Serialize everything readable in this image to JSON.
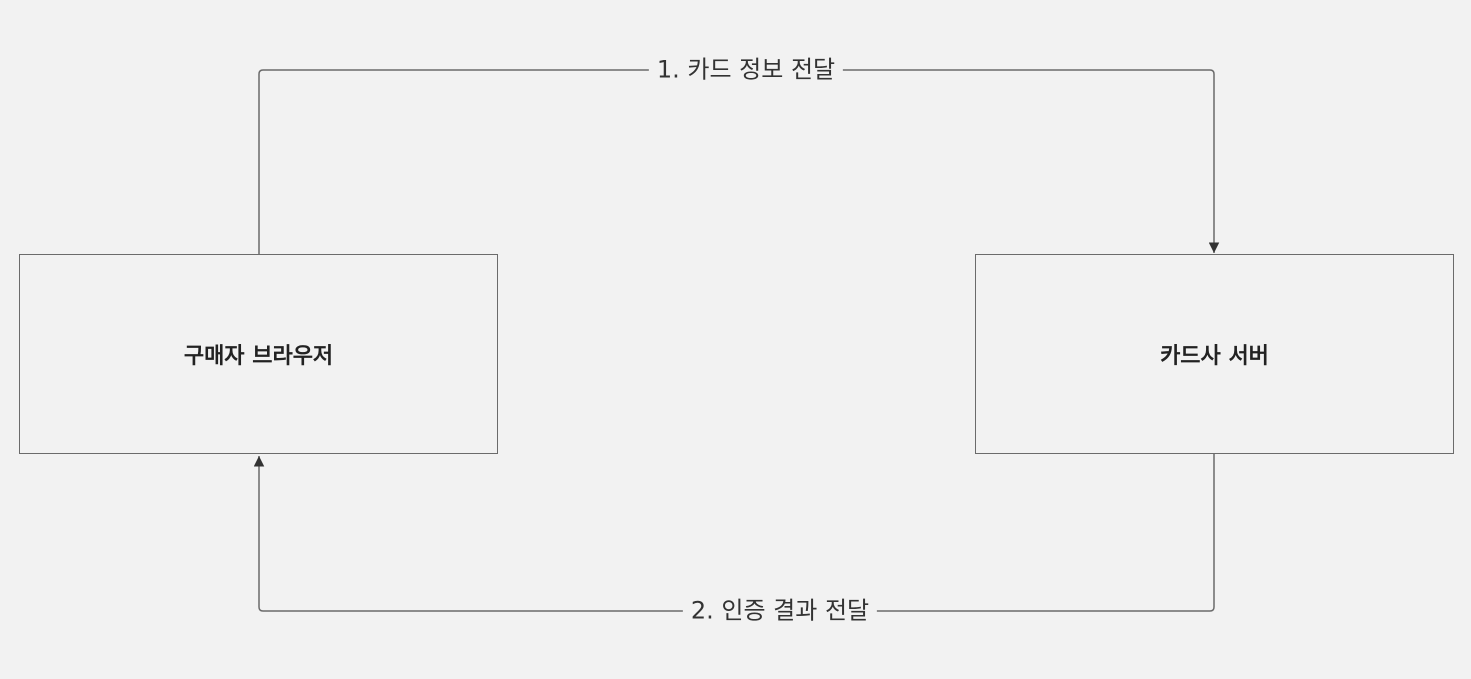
{
  "diagram": {
    "nodes": {
      "buyer": {
        "label": "구매자 브라우저"
      },
      "card_server": {
        "label": "카드사 서버"
      }
    },
    "edges": {
      "card_info": {
        "label": "1. 카드 정보 전달",
        "from": "buyer",
        "to": "card_server"
      },
      "auth_result": {
        "label": "2. 인증 결과 전달",
        "from": "card_server",
        "to": "buyer"
      }
    },
    "colors": {
      "background": "#f2f2f2",
      "stroke": "#6b6b6b",
      "text": "#333333"
    }
  }
}
